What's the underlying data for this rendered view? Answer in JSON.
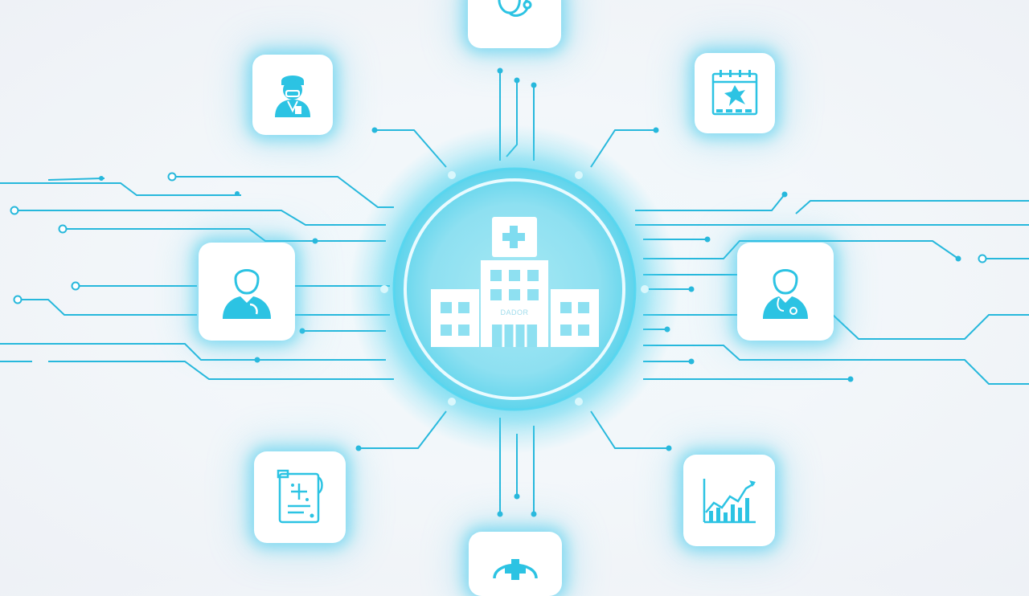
{
  "hub": {
    "label": "DADOR",
    "icon": "hospital-icon"
  },
  "tiles": [
    {
      "name": "stethoscope-tile",
      "icon": "stethoscope-icon"
    },
    {
      "name": "surgeon-tile",
      "icon": "surgeon-icon"
    },
    {
      "name": "calendar-tile",
      "icon": "calendar-icon"
    },
    {
      "name": "patient-tile",
      "icon": "patient-icon"
    },
    {
      "name": "doctor-tile",
      "icon": "doctor-icon"
    },
    {
      "name": "medical-record-tile",
      "icon": "medical-record-icon"
    },
    {
      "name": "growth-chart-tile",
      "icon": "growth-chart-icon"
    },
    {
      "name": "medical-cross-tile",
      "icon": "medical-cross-icon"
    }
  ],
  "colors": {
    "accent": "#2cc3e3",
    "circuit": "#27b8dc",
    "hub_glow": "#6ee4f5",
    "tile_bg": "#ffffff"
  }
}
